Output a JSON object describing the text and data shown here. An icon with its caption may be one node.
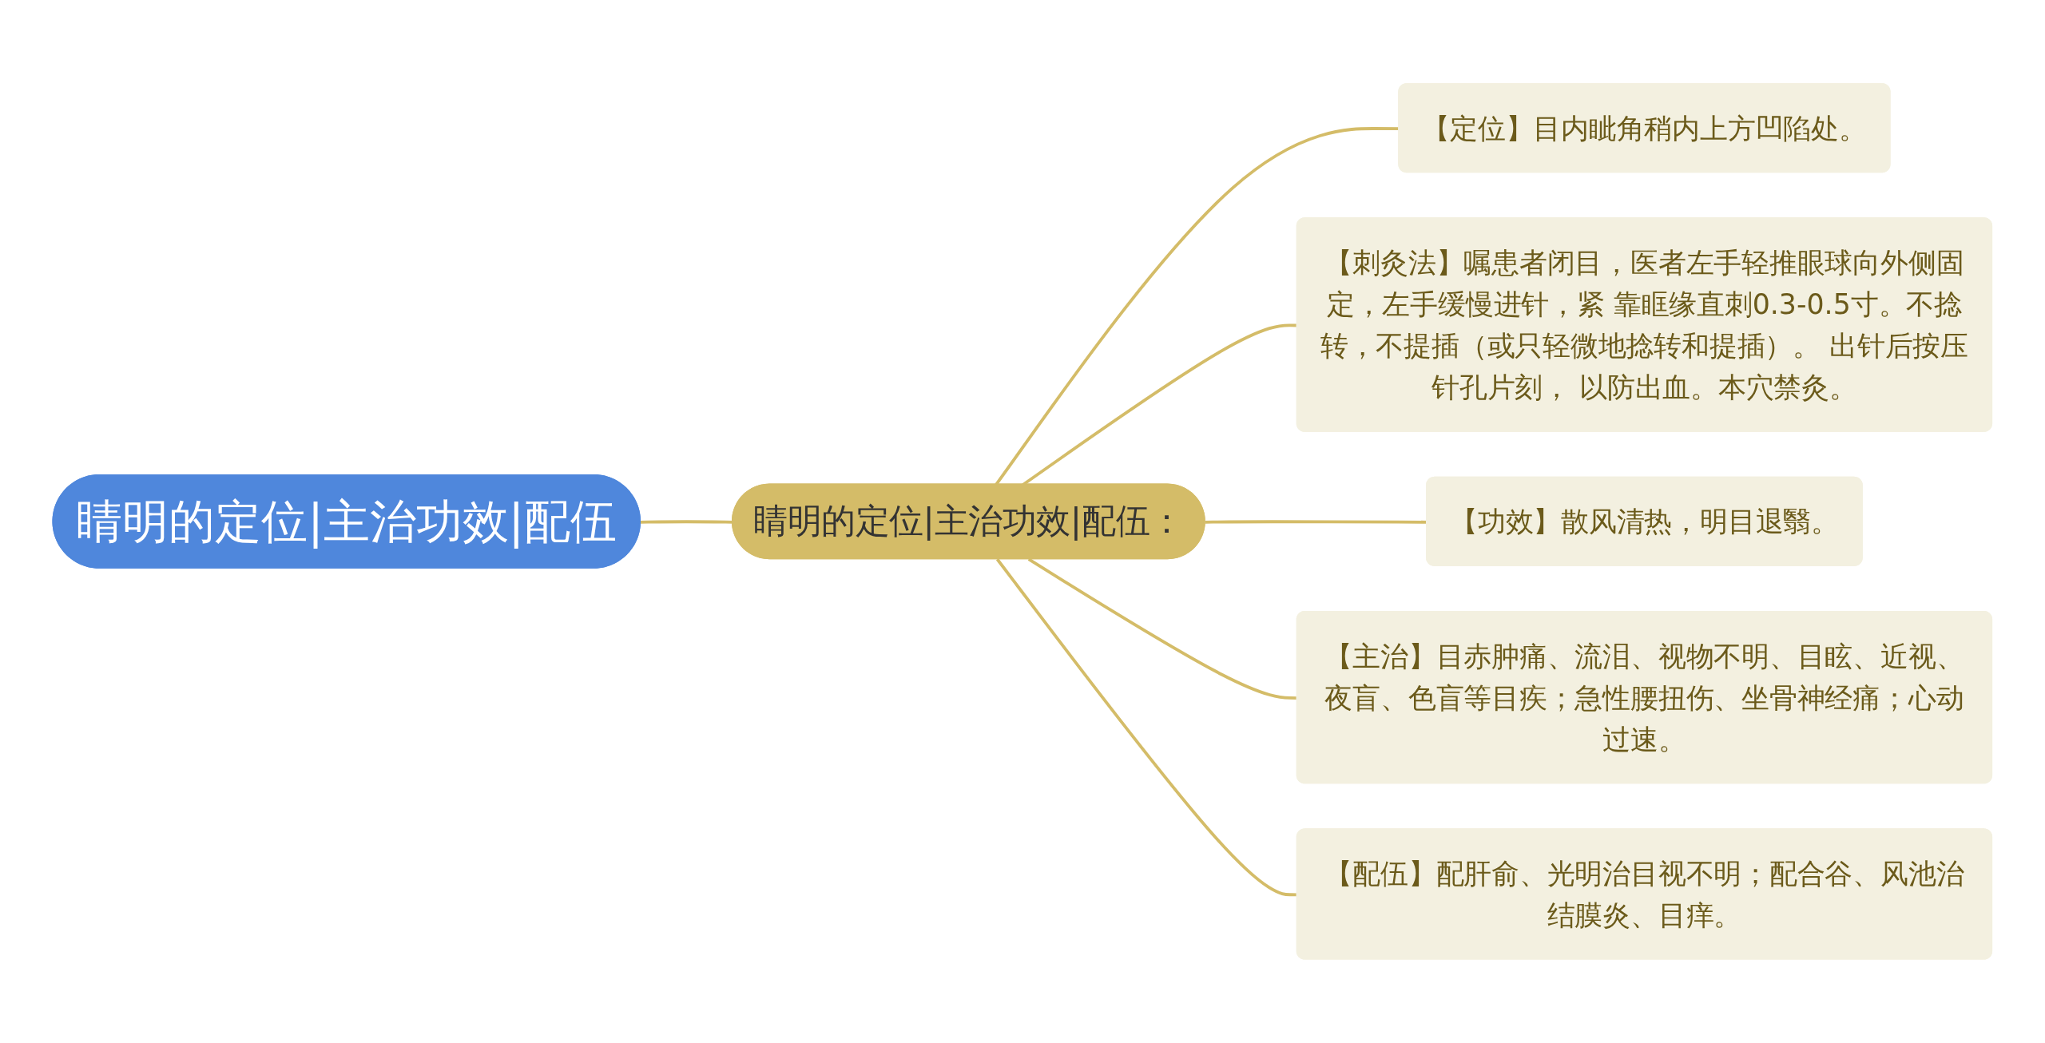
{
  "diagram": {
    "nodes": [
      {
        "text": [
          "睛明的定位|主治功效|配伍"
        ]
      },
      {
        "text": [
          "睛明的定位|主治功效|配伍："
        ]
      },
      {
        "text": [
          "【定位】目内眦角稍内上方凹陷处。"
        ]
      },
      {
        "text": [
          "【刺灸法】嘱患者闭目，医者左手轻推眼球向外侧固定，左手缓慢进针，紧 靠眶缘直刺0.3-0.5寸。不捻转，不提插（或只轻微地捻转和提插）。 出针后按压针孔片刻， 以防出血。本穴禁灸。"
        ]
      },
      {
        "text": [
          "【功效】散风清热，明目退翳。"
        ]
      },
      {
        "text": [
          "【主治】目赤肿痛、流泪、视物不明、目眩、近视、夜盲、色盲等目疾；急性腰扭伤、坐骨神经痛；心动过速。"
        ]
      },
      {
        "text": [
          "【配伍】配肝俞、光明治目视不明；配合谷、风池治结膜炎、目痒。"
        ]
      }
    ],
    "edges": [
      {
        "from": 0,
        "to": 1,
        "arrow": "none"
      },
      {
        "from": 1,
        "to": 2,
        "arrow": "none"
      },
      {
        "from": 1,
        "to": 3,
        "arrow": "none"
      },
      {
        "from": 1,
        "to": 4,
        "arrow": "none"
      },
      {
        "from": 1,
        "to": 5,
        "arrow": "none"
      },
      {
        "from": 1,
        "to": 6,
        "arrow": "none"
      }
    ]
  }
}
